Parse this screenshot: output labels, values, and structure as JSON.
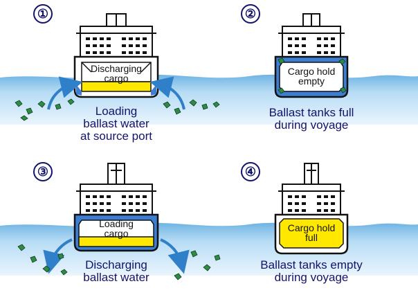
{
  "panels": [
    {
      "step": "①",
      "ship_text": [
        "Discharging",
        "cargo"
      ],
      "caption": [
        "Loading",
        "ballast water",
        "at source port"
      ]
    },
    {
      "step": "②",
      "ship_text": [
        "Cargo hold",
        "empty"
      ],
      "caption": [
        "Ballast tanks full",
        "during voyage"
      ]
    },
    {
      "step": "③",
      "ship_text": [
        "Loading",
        "cargo"
      ],
      "caption": [
        "Discharging",
        "ballast water"
      ]
    },
    {
      "step": "④",
      "ship_text": [
        "Cargo hold",
        "full"
      ],
      "caption": [
        "Ballast tanks empty",
        "during voyage"
      ]
    }
  ],
  "colors": {
    "water": "#a9d3f0",
    "water_line": "#5aa6dc",
    "ballast": "#3d7ed3",
    "cargo": "#ffe800",
    "organism": "#2e8b45",
    "arrow": "#2f80c8",
    "text": "#13136b"
  }
}
